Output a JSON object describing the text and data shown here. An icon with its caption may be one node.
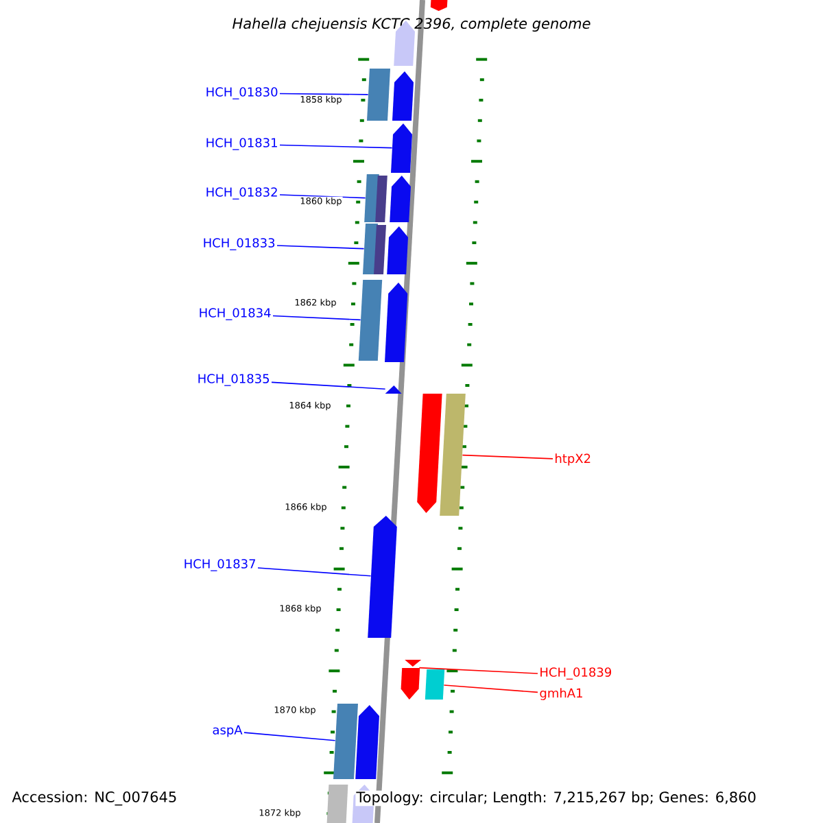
{
  "diagram": {
    "title": "Hahella chejuensis KCTC 2396, complete genome",
    "nodes": [
      {
        "text": [
          "HCH_01830"
        ]
      },
      {
        "text": [
          "HCH_01831"
        ]
      },
      {
        "text": [
          "HCH_01832"
        ]
      },
      {
        "text": [
          "HCH_01833"
        ]
      },
      {
        "text": [
          "HCH_01834"
        ]
      },
      {
        "text": [
          "HCH_01835"
        ]
      },
      {
        "text": [
          "HCH_01837"
        ]
      },
      {
        "text": [
          "aspA"
        ]
      },
      {
        "text": [
          "htpX2"
        ]
      },
      {
        "text": [
          "HCH_01839"
        ]
      },
      {
        "text": [
          "gmhA1"
        ]
      },
      {
        "text": [],
        "shape": "arrow"
      },
      {
        "text": [],
        "shape": "arrow"
      },
      {
        "text": [],
        "shape": "box"
      },
      {
        "text": [],
        "shape": "arrow"
      },
      {
        "text": [],
        "shape": "arrow"
      },
      {
        "text": [],
        "shape": "box"
      },
      {
        "text": [],
        "shape": "box"
      },
      {
        "text": [],
        "shape": "arrow"
      },
      {
        "text": [],
        "shape": "box"
      },
      {
        "text": [],
        "shape": "box"
      },
      {
        "text": [],
        "shape": "arrow"
      },
      {
        "text": [],
        "shape": "box"
      },
      {
        "text": [],
        "shape": "arrow"
      },
      {
        "text": [],
        "shape": "triangle"
      },
      {
        "text": [],
        "shape": "arrow"
      },
      {
        "text": [],
        "shape": "box"
      },
      {
        "text": [],
        "shape": "arrow"
      },
      {
        "text": [],
        "shape": "arrow"
      },
      {
        "text": [],
        "shape": "box"
      },
      {
        "text": [],
        "shape": "box"
      },
      {
        "text": [],
        "shape": "arrow"
      },
      {
        "text": [],
        "shape": "box"
      },
      {
        "text": [],
        "shape": "arrow"
      }
    ],
    "edges": [
      {
        "from": 0,
        "to": 13,
        "arrow": "none"
      },
      {
        "from": 1,
        "to": 15,
        "arrow": "none"
      },
      {
        "from": 2,
        "to": 16,
        "arrow": "none"
      },
      {
        "from": 3,
        "to": 19,
        "arrow": "none"
      },
      {
        "from": 4,
        "to": 22,
        "arrow": "none"
      },
      {
        "from": 5,
        "to": 24,
        "arrow": "none"
      },
      {
        "from": 8,
        "to": 26,
        "arrow": "none",
        "color": "#ff0000"
      },
      {
        "from": 6,
        "to": 27,
        "arrow": "none"
      },
      {
        "from": 9,
        "to": 28,
        "arrow": "none",
        "color": "#ff0000"
      },
      {
        "from": 10,
        "to": 29,
        "arrow": "none",
        "color": "#ff0000"
      },
      {
        "from": 7,
        "to": 30,
        "arrow": "none"
      }
    ],
    "labels": [
      "1858 kbp",
      "1860 kbp",
      "1862 kbp",
      "1864 kbp",
      "1866 kbp",
      "1868 kbp",
      "1870 kbp",
      "Accession: NC_007645",
      "Topology: circular; Length: 7,215,267 bp; Genes: 6,860",
      "1872 kbp"
    ]
  }
}
